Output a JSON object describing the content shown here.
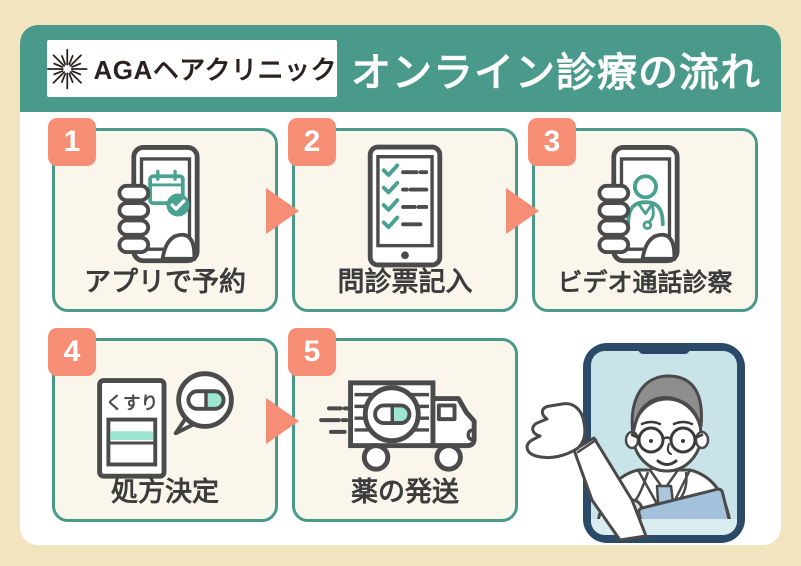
{
  "header": {
    "brand": "AGAヘアクリニック",
    "title": "オンライン診療の流れ"
  },
  "steps": [
    {
      "number": "1",
      "label": "アプリで予約",
      "icon": "phone-calendar-booking-icon"
    },
    {
      "number": "2",
      "label": "問診票記入",
      "icon": "tablet-checklist-icon"
    },
    {
      "number": "3",
      "label": "ビデオ通話診察",
      "icon": "phone-doctor-video-icon"
    },
    {
      "number": "4",
      "label": "処方決定",
      "icon": "medicine-box-pill-bubble-icon",
      "box_label": "くすり"
    },
    {
      "number": "5",
      "label": "薬の発送",
      "icon": "delivery-truck-icon"
    }
  ],
  "illustration": {
    "name": "doctor-on-smartphone-video-call"
  },
  "colors": {
    "background": "#f1e4bf",
    "panel": "#ffffff",
    "teal": "#4a9a8c",
    "salmon": "#f68d75",
    "card_bg": "#fbf6ec",
    "mint": "#9de5d2",
    "icon_outline": "#4b4b4b",
    "icon_teal": "#4aa191",
    "text_dark": "#3c3c3c",
    "phone_navy": "#2a4a68",
    "screen_blue": "#c9e4e9"
  }
}
